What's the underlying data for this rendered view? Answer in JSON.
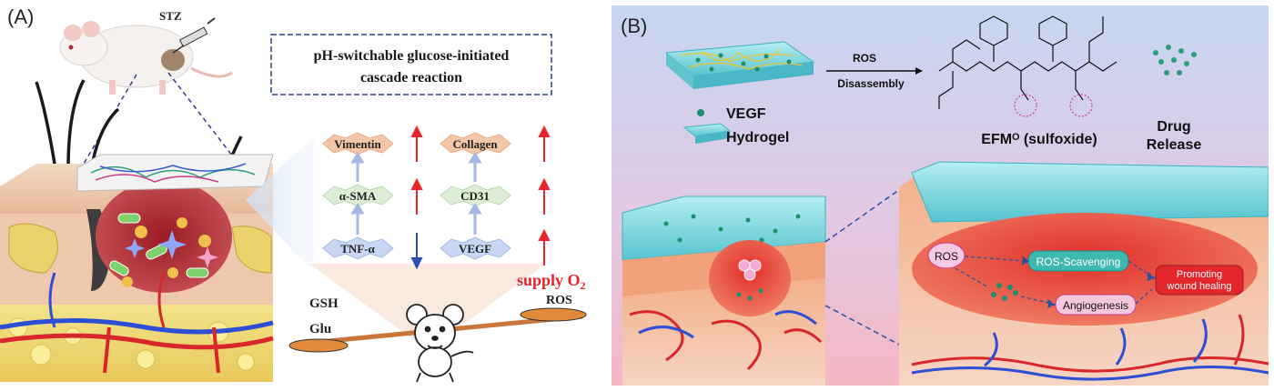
{
  "panel_a": {
    "label": "(A)",
    "stz_label": "STZ",
    "title_line1": "pH-switchable glucose-initiated",
    "title_line2": "cascade reaction",
    "markers": {
      "vimentin": "Vimentin",
      "collagen": "Collagen",
      "alpha_sma": "α-SMA",
      "cd31": "CD31",
      "tnf_alpha": "TNF-α",
      "vegf": "VEGF"
    },
    "supply_label": "supply O",
    "supply_sub": "2",
    "gsh_label": "GSH",
    "glu_label": "Glu",
    "ros_label": "ROS",
    "colors": {
      "up_arrow": "#e8232a",
      "down_arrow": "#2a4fb0",
      "supply": "#e8232a",
      "title_border": "#2b3f8a"
    }
  },
  "panel_b": {
    "label": "(B)",
    "ros_arrow_label": "ROS",
    "disassembly_label": "Disassembly",
    "legend_vegf": "VEGF",
    "legend_hydrogel": "Hydrogel",
    "molecule_label": "EFMᴼ (sulfoxide)",
    "drug_label_line1": "Drug",
    "drug_label_line2": "Release",
    "bubble_ros": "ROS",
    "bubble_ros_scavenging": "ROS-Scavenging",
    "bubble_angiogenesis": "Angiogenesis",
    "bubble_promoting_line1": "Promoting",
    "bubble_promoting_line2": "wound healing",
    "colors": {
      "hydrogel": "#7fd9e0",
      "vegf_dot": "#2a9d7a",
      "wound": "#d9302a"
    }
  }
}
